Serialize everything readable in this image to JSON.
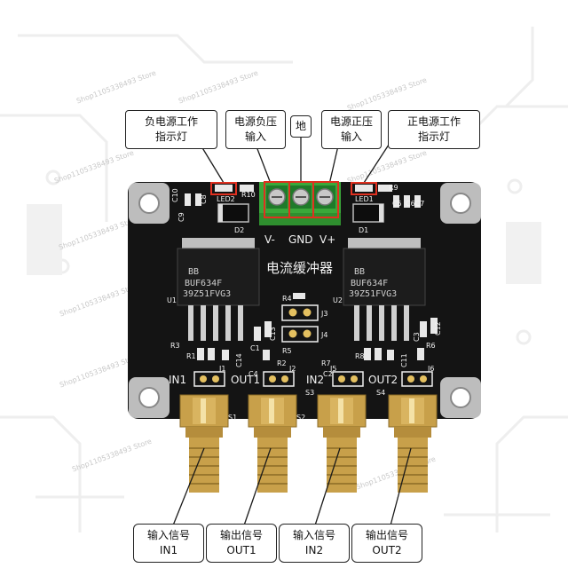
{
  "watermark": "Shop1105338493 Store",
  "callouts": {
    "neg_indicator": [
      "负电源工作",
      "指示灯"
    ],
    "neg_input": [
      "电源负压",
      "输入"
    ],
    "ground": [
      "地"
    ],
    "pos_input": [
      "电源正压",
      "输入"
    ],
    "pos_indicator": [
      "正电源工作",
      "指示灯"
    ]
  },
  "board": {
    "title": "电流缓冲器",
    "terminal_labels": [
      "V-",
      "GND",
      "V+"
    ],
    "chip_brand": "BB",
    "chip_model": "BUF634F",
    "chip_code": "39Z51FVG3",
    "ports": [
      "IN1",
      "OUT1",
      "IN2",
      "OUT2"
    ],
    "silk": {
      "led2": "LED2",
      "led1": "LED1",
      "r10": "R10",
      "r9": "R9",
      "c10": "C10",
      "c9": "C9",
      "c8": "C8",
      "c5": "C5",
      "c6c7": "C6C7",
      "d2": "D2",
      "d1": "D1",
      "u1": "U1",
      "u2": "U2",
      "r4": "R4",
      "r5": "R5",
      "j3": "J3",
      "j4": "J4",
      "r3": "R3",
      "r6": "R6",
      "c13": "C13",
      "c1": "C1",
      "c3": "C3",
      "c12": "C12",
      "r1": "R1",
      "r2": "R2",
      "r7": "R7",
      "r8": "R8",
      "c14": "C14",
      "c4": "C4",
      "c11": "C11",
      "c2": "C2",
      "j1": "J1",
      "j2": "J2",
      "j5": "J5",
      "j6": "J6",
      "s1": "S1",
      "s2": "S2",
      "s3": "S3",
      "s4": "S4"
    }
  },
  "bottom_labels": [
    [
      "输入信号",
      "IN1"
    ],
    [
      "输出信号",
      "OUT1"
    ],
    [
      "输入信号",
      "IN2"
    ],
    [
      "输出信号",
      "OUT2"
    ]
  ],
  "colors": {
    "pcb": "#141414",
    "silk": "#f2f2f2",
    "terminal": "#3aa83a",
    "sma_gold": "#c8a04a",
    "hole_metal": "#bfbfbf",
    "highlight": "#e03020"
  }
}
